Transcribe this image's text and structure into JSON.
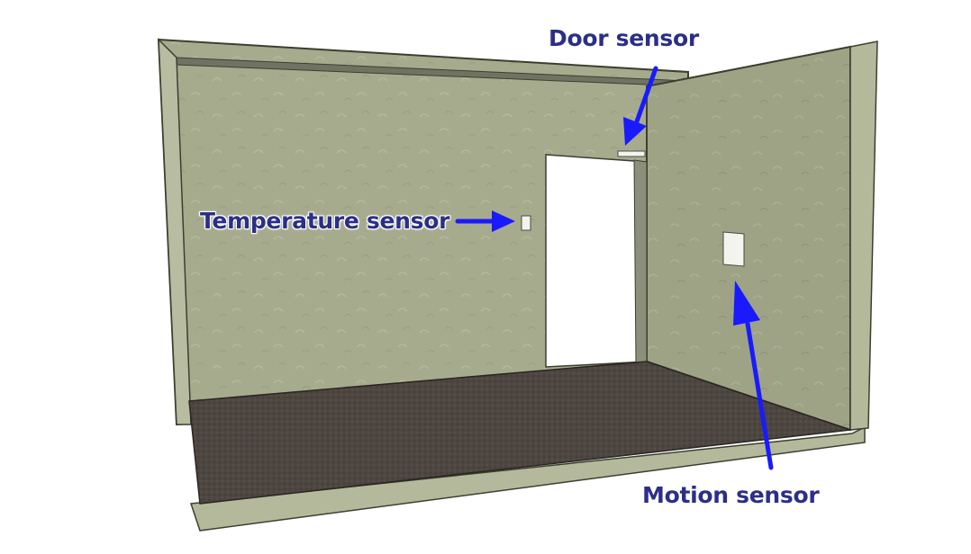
{
  "labels": {
    "door": "Door sensor",
    "temperature": "Temperature sensor",
    "motion": "Motion sensor"
  },
  "colors": {
    "wall": "#a6ab8d",
    "wall_dark": "#8f9576",
    "wall_outline": "#3c3f30",
    "floor": "#4d4641",
    "floor_edge": "#b8bc9d",
    "door_opening": "#ffffff",
    "arrow": "#1a1aff",
    "label": "#2b2f86"
  }
}
